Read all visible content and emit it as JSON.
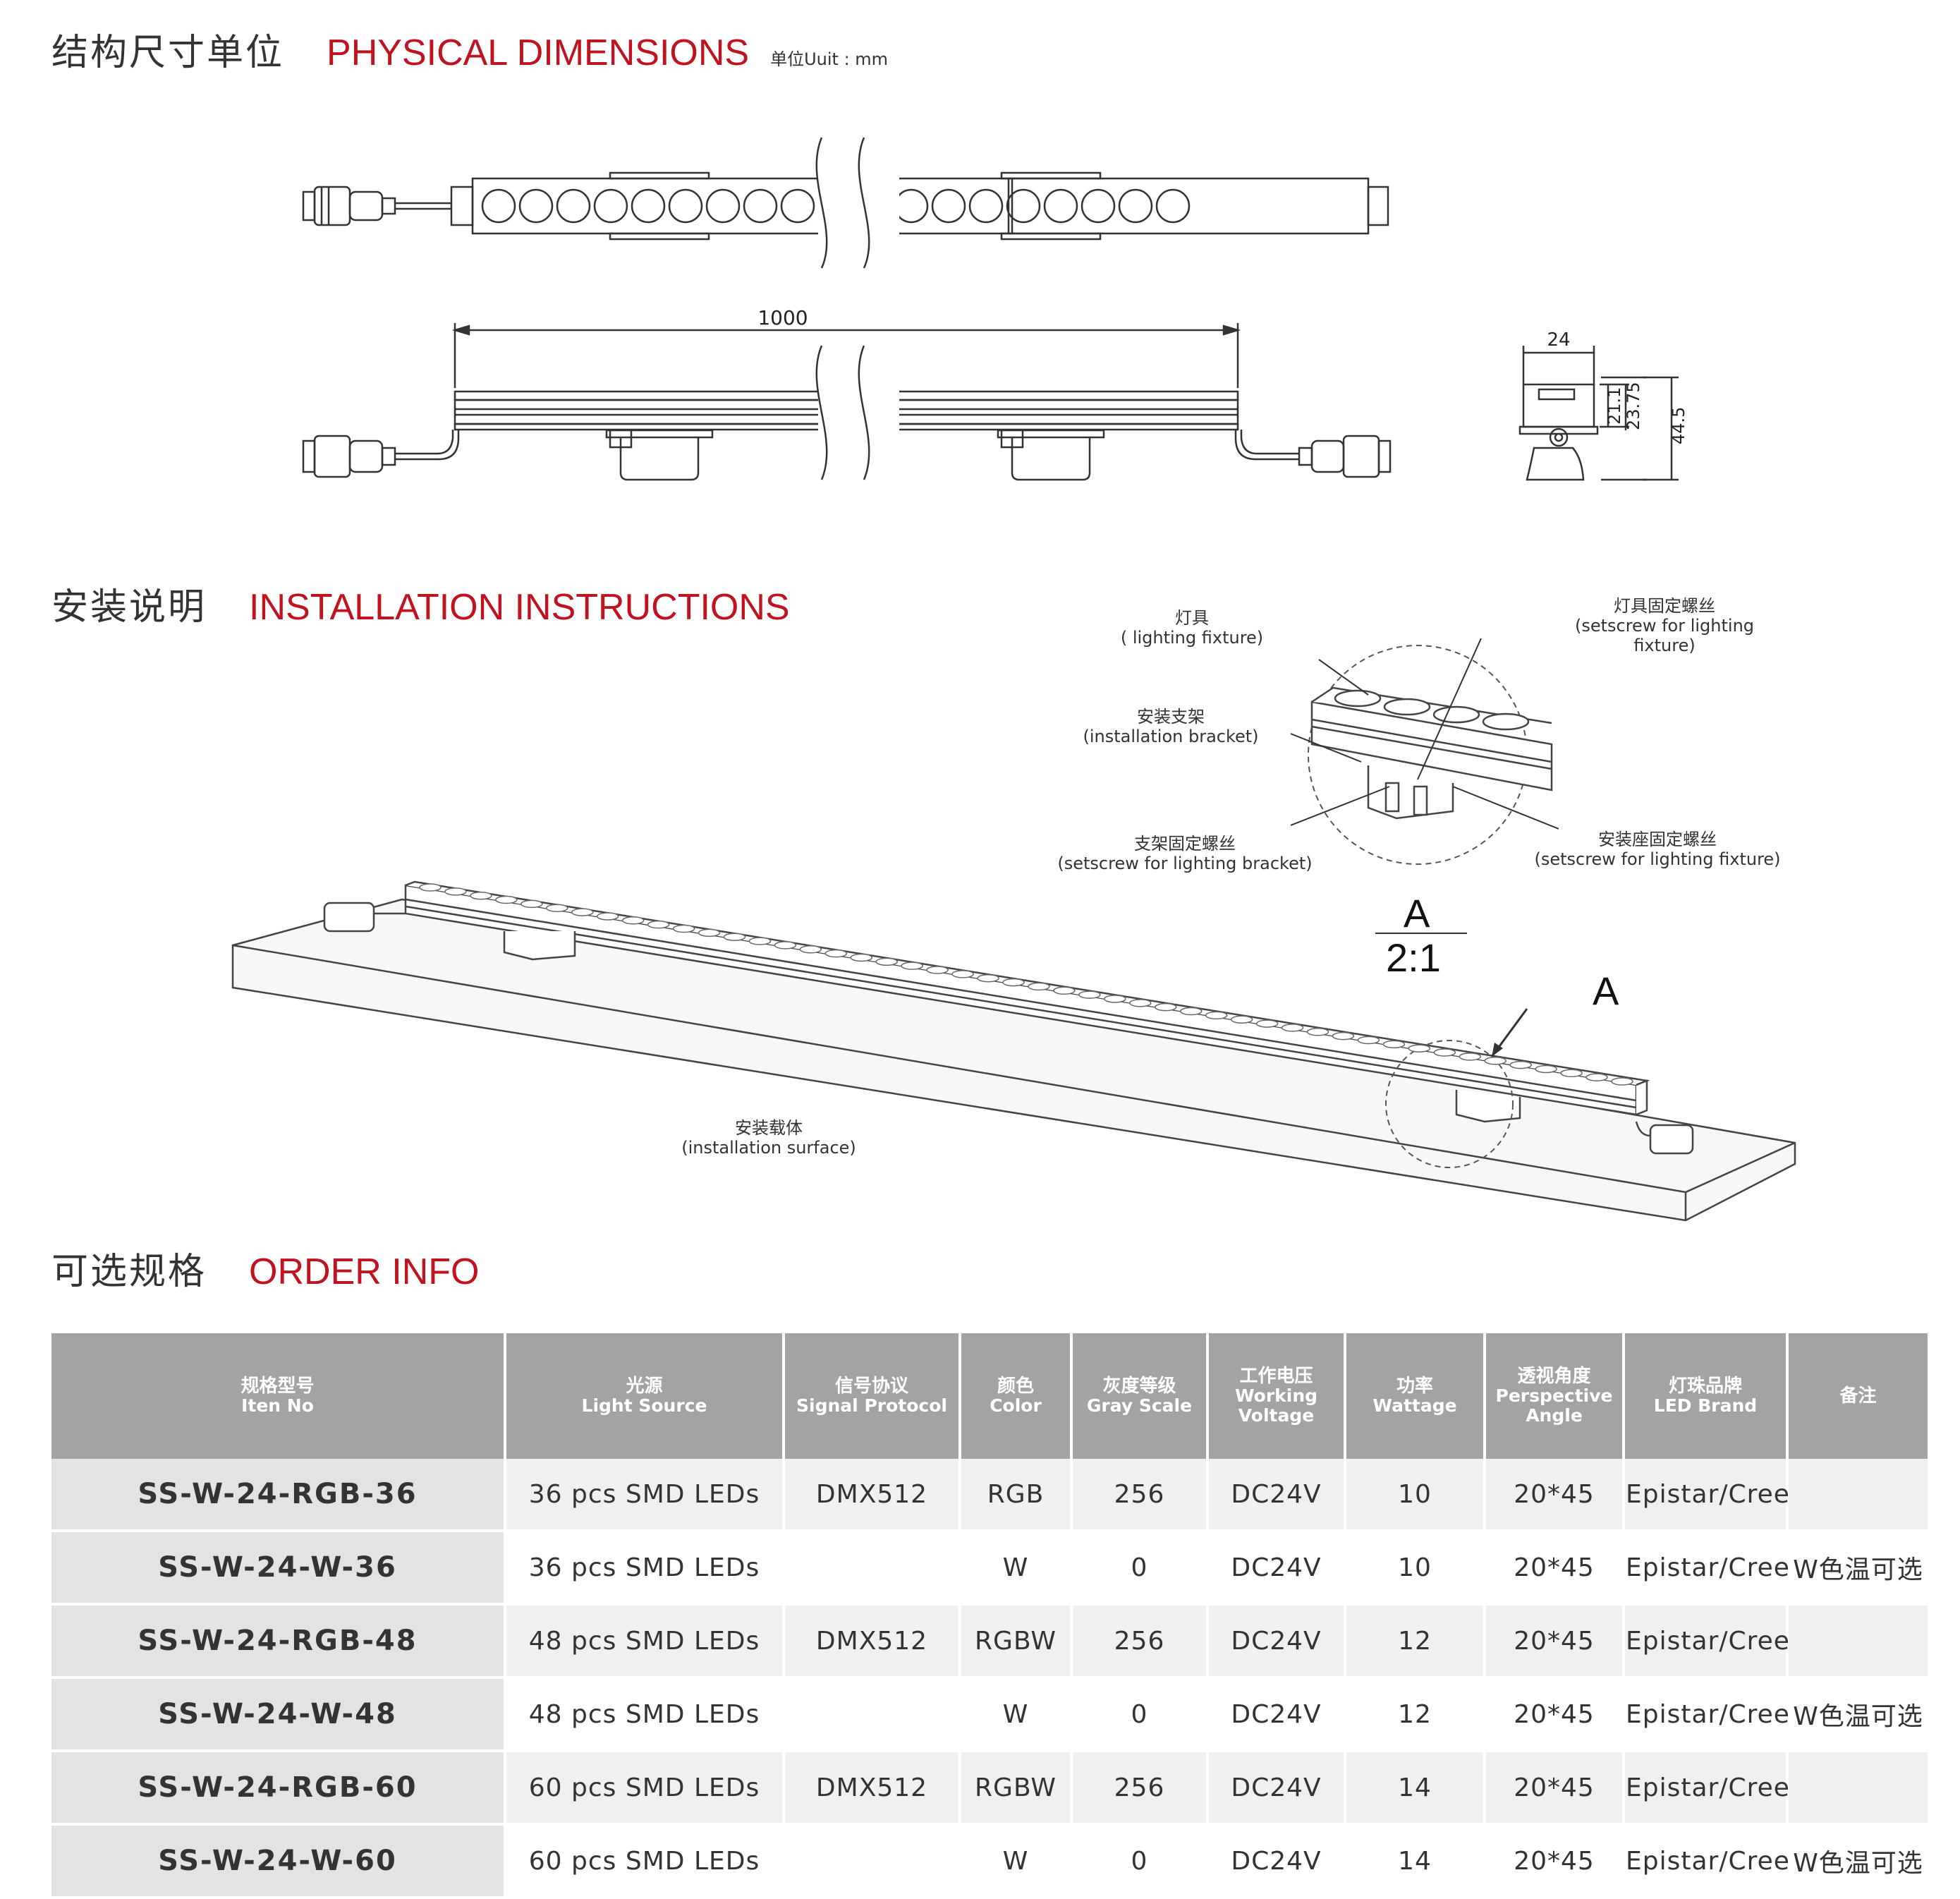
{
  "sections": {
    "physical": {
      "cn": "结构尺寸单位",
      "en": "PHYSICAL DIMENSIONS",
      "unit": "单位Uuit : mm"
    },
    "install": {
      "cn": "安装说明",
      "en": "INSTALLATION INSTRUCTIONS"
    },
    "order": {
      "cn": "可选规格",
      "en": "ORDER INFO"
    }
  },
  "dimensions": {
    "length": "1000",
    "width": "24",
    "h1": "21.1",
    "h2": "23.75",
    "h3": "44.5"
  },
  "install_labels": {
    "fixture_cn": "灯具",
    "fixture_en": "( lighting fixture)",
    "setscrew_fixture_cn": "灯具固定螺丝",
    "setscrew_fixture_en": "(setscrew for lighting fixture)",
    "bracket_cn": "安装支架",
    "bracket_en": "(installation bracket)",
    "bracket_screw_cn": "支架固定螺丝",
    "bracket_screw_en": "(setscrew for lighting bracket)",
    "base_screw_cn": "安装座固定螺丝",
    "base_screw_en": "(setscrew for lighting fixture)",
    "surface_cn": "安装载体",
    "surface_en": "(installation surface)",
    "detail_tag": "A",
    "detail_scale": "2:1",
    "pointer_tag": "A"
  },
  "order_table": {
    "headers": [
      {
        "cn": "规格型号",
        "en": "Iten No"
      },
      {
        "cn": "光源",
        "en": "Light Source"
      },
      {
        "cn": "信号协议",
        "en": "Signal Protocol"
      },
      {
        "cn": "颜色",
        "en": "Color"
      },
      {
        "cn": "灰度等级",
        "en": "Gray Scale"
      },
      {
        "cn": "工作电压",
        "en": "Working Voltage"
      },
      {
        "cn": "功率",
        "en": "Wattage"
      },
      {
        "cn": "透视角度",
        "en": "Perspective Angle"
      },
      {
        "cn": "灯珠品牌",
        "en": "LED Brand"
      },
      {
        "cn": "备注",
        "en": ""
      }
    ],
    "rows": [
      [
        "SS-W-24-RGB-36",
        "36 pcs SMD LEDs",
        "DMX512",
        "RGB",
        "256",
        "DC24V",
        "10",
        "20*45",
        "Epistar/Cree",
        ""
      ],
      [
        "SS-W-24-W-36",
        "36 pcs SMD LEDs",
        "",
        "W",
        "0",
        "DC24V",
        "10",
        "20*45",
        "Epistar/Cree",
        "W色温可选"
      ],
      [
        "SS-W-24-RGB-48",
        "48 pcs SMD LEDs",
        "DMX512",
        "RGBW",
        "256",
        "DC24V",
        "12",
        "20*45",
        "Epistar/Cree",
        ""
      ],
      [
        "SS-W-24-W-48",
        "48 pcs SMD LEDs",
        "",
        "W",
        "0",
        "DC24V",
        "12",
        "20*45",
        "Epistar/Cree",
        "W色温可选"
      ],
      [
        "SS-W-24-RGB-60",
        "60 pcs SMD LEDs",
        "DMX512",
        "RGBW",
        "256",
        "DC24V",
        "14",
        "20*45",
        "Epistar/Cree",
        ""
      ],
      [
        "SS-W-24-W-60",
        "60 pcs SMD LEDs",
        "",
        "W",
        "0",
        "DC24V",
        "14",
        "20*45",
        "Epistar/Cree",
        "W色温可选"
      ]
    ]
  }
}
